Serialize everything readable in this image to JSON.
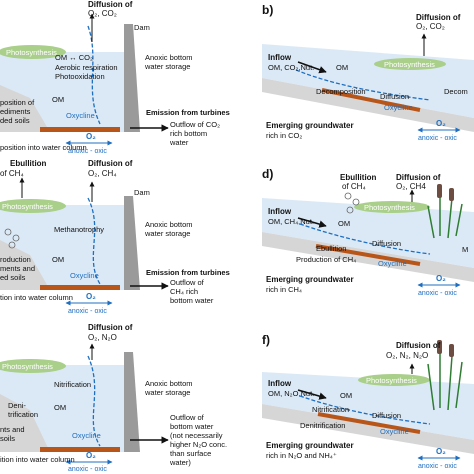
{
  "colors": {
    "water": "#dbe9f6",
    "land": "#d6d6d6",
    "sediment": "#b8561a",
    "algae": "#a9cf8a",
    "oxycline": "#1f6fc0",
    "dam": "#9a9a9a"
  },
  "panels": {
    "a": {
      "diffusion": "Diffusion of",
      "diffusion_gas": "O₂, CO₂",
      "dam": "Dam",
      "photosynthesis": "Photosynthesis",
      "reaction": "OM ↔ CO₂",
      "process1": "Aerobic respiration",
      "process2": "Photooxidation",
      "om": "OM",
      "oxycline": "Oxycline",
      "storage1": "Anoxic bottom",
      "storage2": "water storage",
      "turbines": "Emission from turbines",
      "outflow1": "Outflow of CO₂",
      "outflow2": "rich bottom",
      "outflow3": "water",
      "left1": "position of",
      "left2": "ediments",
      "left3": "ded soils",
      "bottom": "position into water column",
      "o2": "O₂",
      "gradient": "anoxic - oxic"
    },
    "b": {
      "label": "b)",
      "diffusion": "Diffusion of",
      "diffusion_gas": "O₂, CO₂",
      "inflow": "Inflow",
      "inflow_sub": "OM, CO₂,Nut.",
      "photosynthesis": "Photosynthesis",
      "om": "OM",
      "decomposition": "Decomposition",
      "diffusion_in": "Diffusion",
      "decomp_right": "Decom",
      "oxycline": "Oxycline",
      "groundwater": "Emerging groundwater",
      "groundwater_sub": "rich in CO₂",
      "o2": "O₂",
      "gradient": "anoxic - oxic"
    },
    "c": {
      "ebullition": "Ebullition",
      "ebullition_gas": "of CH₄",
      "diffusion": "Diffusion of",
      "diffusion_gas": "O₂, CH₄",
      "dam": "Dam",
      "photosynthesis": "Photosynthesis",
      "process": "Methanotrophy",
      "om": "OM",
      "oxycline": "Oxycline",
      "storage1": "Anoxic bottom",
      "storage2": "water storage",
      "turbines": "Emission from turbines",
      "outflow1": "Outflow of",
      "outflow2": "CH₄ rich",
      "outflow3": "bottom water",
      "left1": "roduction",
      "left2": "ments and",
      "left3": "ed soils",
      "bottom": "tion into water column",
      "o2": "O₂",
      "gradient": "anoxic - oxic"
    },
    "d": {
      "label": "d)",
      "ebullition": "Ebullition",
      "ebullition_gas": "of CH₄",
      "diffusion": "Diffusion of",
      "diffusion_gas": "O₂, CH4",
      "inflow": "Inflow",
      "inflow_sub": "OM, CH₄,Nut.",
      "photosynthesis": "Photosynthesis",
      "om": "OM",
      "ebullition_in": "Ebullition",
      "diffusion_in": "Diffusion",
      "production": "Production of CH₄",
      "m": "M",
      "oxycline": "Oxycline",
      "groundwater": "Emerging groundwater",
      "groundwater_sub": "rich in CH₄",
      "o2": "O₂",
      "gradient": "anoxic - oxic"
    },
    "e": {
      "diffusion": "Diffusion of",
      "diffusion_gas": "O₂, N₂O",
      "photosynthesis": "Photosynthesis",
      "process": "Nitrification",
      "om": "OM",
      "oxycline": "Oxycline",
      "storage1": "Anoxic bottom",
      "storage2": "water storage",
      "left1": "Deni-",
      "left2": "trification",
      "left3": "nts and",
      "left4": "soils",
      "outflow1": "Outflow of",
      "outflow2": "bottom water",
      "outflow3": "(not necessarily",
      "outflow4": "higher N₂O conc.",
      "outflow5": "than surface",
      "outflow6": "water)",
      "bottom": "ition into water column",
      "o2": "O₂",
      "gradient": "anoxic - oxic"
    },
    "f": {
      "label": "f)",
      "diffusion": "Diffusion of",
      "diffusion_gas": "O₂, N₂, N₂O",
      "inflow": "Inflow",
      "inflow_sub": "OM, N₂O,Nut.",
      "photosynthesis": "Photosynthesis",
      "om": "OM",
      "nitrification": "Nitrification",
      "diffusion_in": "Diffusion",
      "denitrification": "Denitrification",
      "oxycline": "Oxycline",
      "groundwater": "Emerging groundwater",
      "groundwater_sub": "rich in N₂O and NH₄⁺",
      "o2": "O₂",
      "gradient": "anoxic - oxic"
    }
  }
}
